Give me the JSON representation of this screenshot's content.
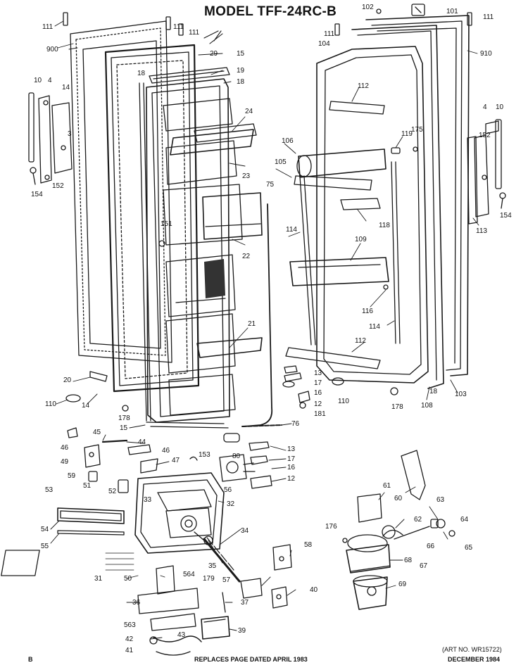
{
  "title": "MODEL TFF-24RC-B",
  "art_number": "(ART NO. WR15722)",
  "footer": {
    "left_mark": "B",
    "replaces": "REPLACES PAGE DATED APRIL 1983",
    "date": "DECEMBER 1984"
  },
  "callouts": [
    "111",
    "900",
    "29",
    "15",
    "19",
    "18",
    "18",
    "24",
    "10",
    "4",
    "14",
    "3",
    "152",
    "154",
    "23",
    "75",
    "151",
    "22",
    "21",
    "20",
    "110",
    "14",
    "178",
    "15",
    "106",
    "105",
    "112",
    "119",
    "175",
    "114",
    "118",
    "109",
    "116",
    "114",
    "112",
    "13",
    "17",
    "16",
    "12",
    "110",
    "181",
    "178",
    "108",
    "18",
    "103",
    "4",
    "10",
    "152",
    "154",
    "113",
    "102",
    "101",
    "111",
    "111",
    "104",
    "910",
    "111",
    "111",
    "46",
    "45",
    "44",
    "49",
    "46",
    "47",
    "153",
    "80",
    "13",
    "17",
    "16",
    "12",
    "59",
    "51",
    "52",
    "56",
    "53",
    "33",
    "32",
    "54",
    "55",
    "31",
    "34",
    "50",
    "564",
    "179",
    "35",
    "57",
    "58",
    "36",
    "37",
    "563",
    "39",
    "42",
    "43",
    "41",
    "40",
    "61",
    "60",
    "63",
    "64",
    "65",
    "62",
    "176",
    "66",
    "67",
    "68",
    "69",
    "76"
  ]
}
